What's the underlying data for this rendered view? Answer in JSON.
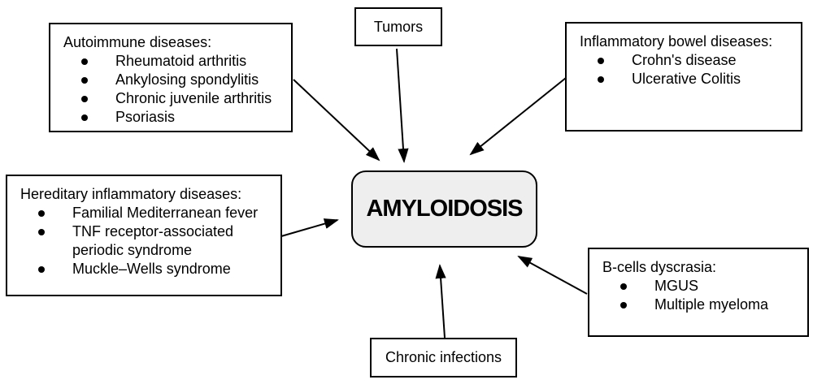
{
  "center": {
    "label": "AMYLOIDOSIS",
    "fill_color": "#eeeeee"
  },
  "boxes": {
    "autoimmune": {
      "title": "Autoimmune diseases:",
      "items": [
        "Rheumatoid arthritis",
        "Ankylosing spondylitis",
        "Chronic juvenile arthritis",
        "Psoriasis"
      ]
    },
    "tumors": {
      "title": "Tumors"
    },
    "ibd": {
      "title": "Inflammatory bowel diseases:",
      "items": [
        "Crohn's disease",
        "Ulcerative Colitis"
      ]
    },
    "hereditary": {
      "title": "Hereditary inflammatory diseases:",
      "items": [
        "Familial Mediterranean fever",
        "TNF receptor-associated\nperiodic syndrome",
        "Muckle–Wells syndrome"
      ]
    },
    "bcells": {
      "title": "B-cells dyscrasia:",
      "items": [
        "MGUS",
        "Multiple myeloma"
      ]
    },
    "chronic": {
      "title": "Chronic infections"
    }
  },
  "edges": [
    {
      "from": "autoimmune",
      "to": "center"
    },
    {
      "from": "tumors",
      "to": "center"
    },
    {
      "from": "ibd",
      "to": "center"
    },
    {
      "from": "hereditary",
      "to": "center"
    },
    {
      "from": "bcells",
      "to": "center"
    },
    {
      "from": "chronic",
      "to": "center"
    }
  ],
  "colors": {
    "line": "#000000",
    "box_border": "#000000",
    "background": "#ffffff"
  }
}
